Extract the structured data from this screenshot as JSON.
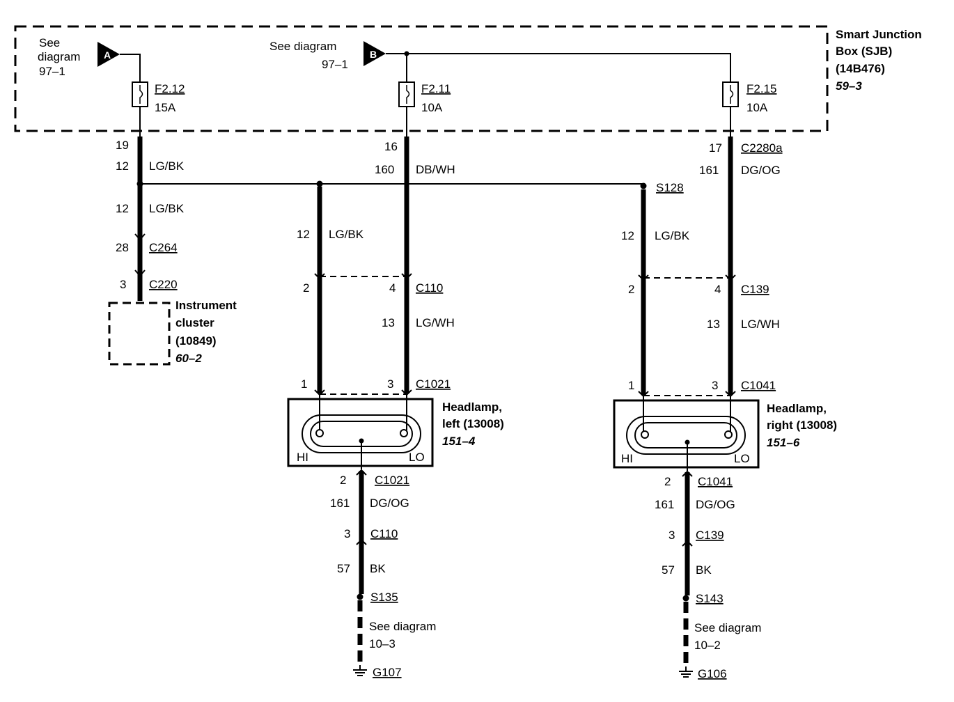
{
  "sjb": {
    "title_1": "Smart Junction",
    "title_2": "Box (SJB)",
    "part": "(14B476)",
    "ref": "59–3"
  },
  "connectors": {
    "a": {
      "letter": "A",
      "see_1": "See",
      "see_2": "diagram",
      "see_3": "97–1"
    },
    "b": {
      "letter": "B",
      "see_1": "See diagram",
      "see_2": "97–1"
    }
  },
  "fuses": [
    {
      "id": "F2.12",
      "rating": "15A"
    },
    {
      "id": "F2.11",
      "rating": "10A"
    },
    {
      "id": "F2.15",
      "rating": "10A"
    }
  ],
  "wires": {
    "a_pin": "19",
    "a_circuit": "12",
    "a_color": "LG/BK",
    "a2_circuit": "12",
    "a2_color": "LG/BK",
    "c264_pin": "28",
    "c264": "C264",
    "c220_pin": "3",
    "c220": "C220",
    "b_pin": "16",
    "b_circuit": "160",
    "b_color": "DB/WH",
    "c_pin": "17",
    "c_conn": "C2280a",
    "c_circuit": "161",
    "c_color": "DG/OG",
    "s128": "S128",
    "left_hi_circuit": "12",
    "left_hi_color": "LG/BK",
    "right_hi_circuit": "12",
    "right_hi_color": "LG/BK"
  },
  "instrument_cluster": {
    "name_1": "Instrument",
    "name_2": "cluster",
    "part": "(10849)",
    "ref": "60–2"
  },
  "left": {
    "c110_pin_hi": "2",
    "c110_pin_lo": "4",
    "c110": "C110",
    "lo_circuit": "13",
    "lo_color": "LG/WH",
    "c1021_pin_hi": "1",
    "c1021_pin_lo": "3",
    "c1021": "C1021",
    "lamp_1": "Headlamp,",
    "lamp_2": "left (13008)",
    "lamp_ref": "151–4",
    "hi": "HI",
    "lo": "LO",
    "gnd_pin": "2",
    "gnd_conn": "C1021",
    "gnd_circuit": "161",
    "gnd_color": "DG/OG",
    "c110b_pin": "3",
    "c110b": "C110",
    "bk_circuit": "57",
    "bk_color": "BK",
    "splice": "S135",
    "see_1": "See diagram",
    "see_2": "10–3",
    "ground": "G107"
  },
  "right": {
    "c139_pin_hi": "2",
    "c139_pin_lo": "4",
    "c139": "C139",
    "lo_circuit": "13",
    "lo_color": "LG/WH",
    "c1041_pin_hi": "1",
    "c1041_pin_lo": "3",
    "c1041": "C1041",
    "lamp_1": "Headlamp,",
    "lamp_2": "right (13008)",
    "lamp_ref": "151–6",
    "hi": "HI",
    "lo": "LO",
    "gnd_pin": "2",
    "gnd_conn": "C1041",
    "gnd_circuit": "161",
    "gnd_color": "DG/OG",
    "c139b_pin": "3",
    "c139b": "C139",
    "bk_circuit": "57",
    "bk_color": "BK",
    "splice": "S143",
    "see_1": "See diagram",
    "see_2": "10–2",
    "ground": "G106"
  }
}
